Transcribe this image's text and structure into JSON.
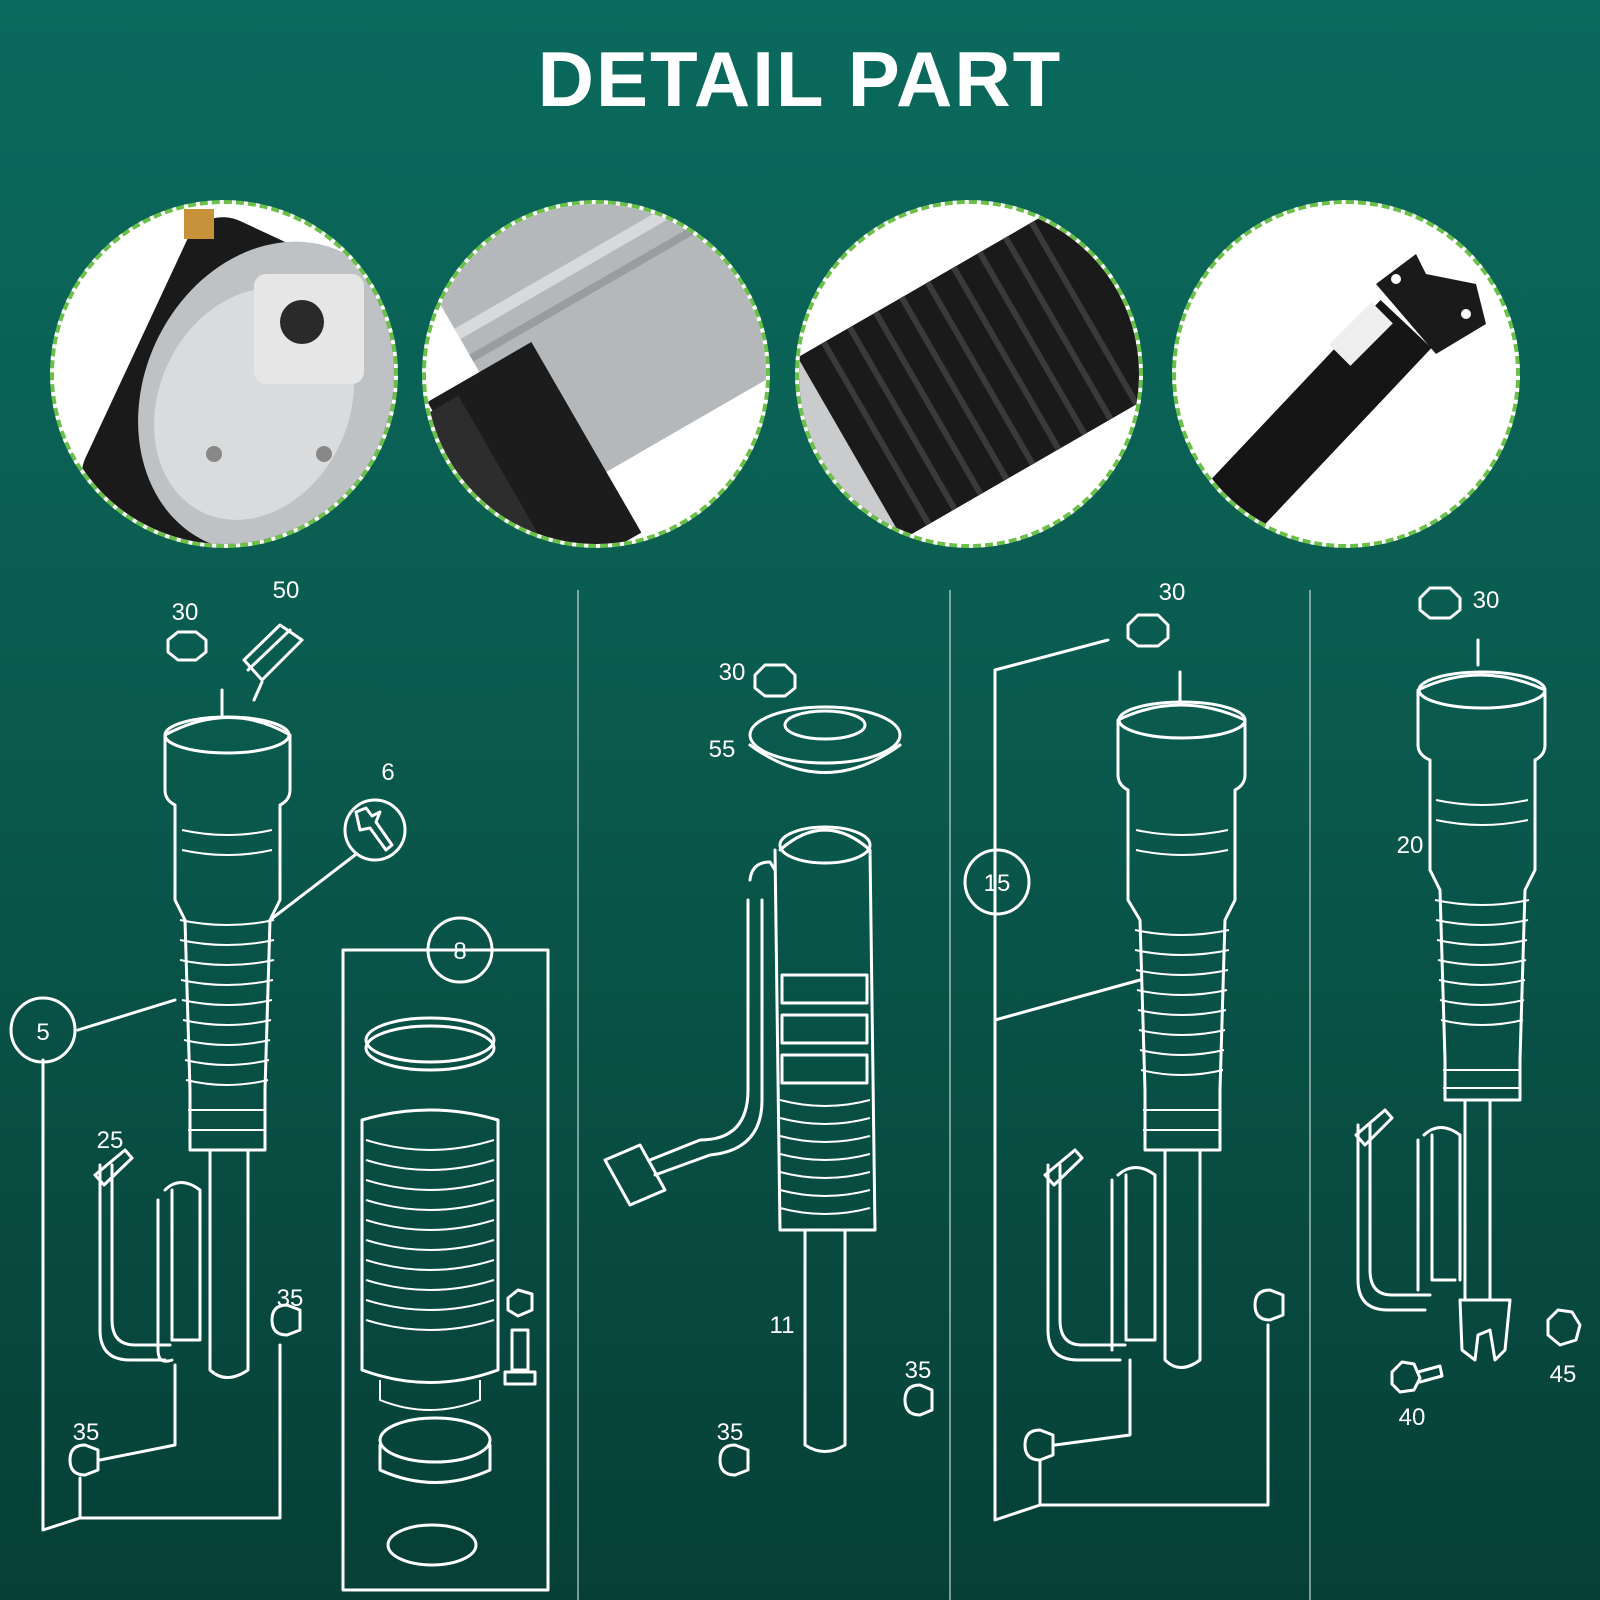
{
  "title": "DETAIL PART",
  "callouts": {
    "c30a": "30",
    "c50": "50",
    "c6": "6",
    "c5": "5",
    "c8": "8",
    "c25": "25",
    "c35a": "35",
    "c35b": "35",
    "c30b": "30",
    "c55": "55",
    "c11": "11",
    "c35c": "35",
    "c35d": "35",
    "c30c": "30",
    "c15": "15",
    "c30d": "30",
    "c20": "20",
    "c40": "40",
    "c45": "45"
  },
  "colors": {
    "accent_dash": "#6cc04a",
    "background_top": "#0a6a5d",
    "background_bottom": "#063f36",
    "line": "#ffffff"
  },
  "icons": {
    "wrench": "wrench-icon"
  }
}
